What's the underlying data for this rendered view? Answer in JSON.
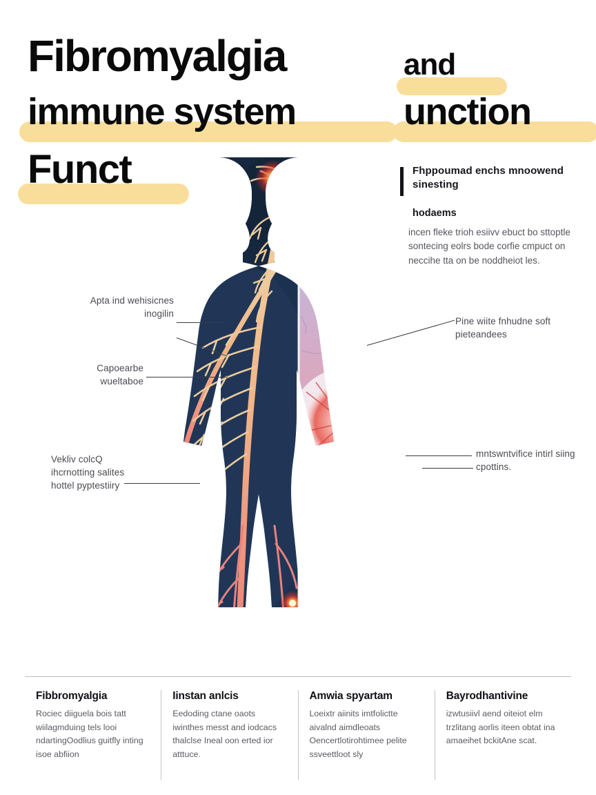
{
  "poster": {
    "background_color": "#ffffff",
    "highlight_color": "#F9DE9B",
    "nervous_body_color": "#1B3150",
    "nerve_color": "#E8C89A",
    "pain_glow_color": "#FF3B2F",
    "immune_tint_top": "#AFC6E4",
    "immune_tint_mid": "#C9A8C8",
    "immune_tint_bottom": "#62C3DE"
  },
  "title": {
    "line1_main": "Fibromyalgia",
    "line1_tail": "and",
    "line2_main": "immune system",
    "line2_tail": "unction",
    "line3_main": "Funct"
  },
  "note": {
    "heading": "Fhppoumad enchs mnoowend sinesting",
    "subheading": "hodaems",
    "body": "incen fleke trioh esiivv ebuct bo sttoptle sontecing eolrs bode corfie cmpuct on neccihe tta on be noddheiot les."
  },
  "callouts": {
    "left": [
      {
        "name": "nerve-signal",
        "text": "Apta ind wehisicnes inogilin"
      },
      {
        "name": "pain-receptor",
        "text": "Capoearbe wueltaboe"
      },
      {
        "name": "chronic-pain",
        "text": "Vekliv colcQ ihcrnotting salites hottel pyptestiiry"
      }
    ],
    "right": [
      {
        "name": "immune-cell",
        "text": "Pine wiite fnhudne soft pieteandees"
      },
      {
        "name": "cytokine",
        "text": "mntswntvifice intirl siing cpottins."
      }
    ]
  },
  "footer": {
    "columns": [
      {
        "title": "Fibbromyalgia",
        "body": "Rociec diiguela bois tatt wiilagmduing tels looi ndartingOodlius guitfly inting isoe abfiion"
      },
      {
        "title": "Iinstan anlcis",
        "body": "Eedoding ctane oaots iwinthes messt and iodcacs thalclse Ineal oon erted ior atttuce."
      },
      {
        "title": "Amwia spyartam",
        "body": "Loeixtr aiinits imtfolictte aivalnd aimdleoats Oencertlotirohtimee pelite ssveettloot sly"
      },
      {
        "title": "Bayrodhantivine",
        "body": "izwtusiivl aend oiteiot elm trzlitang aorlis iteen obtat ina amaeihet bckitAne scat."
      }
    ]
  }
}
